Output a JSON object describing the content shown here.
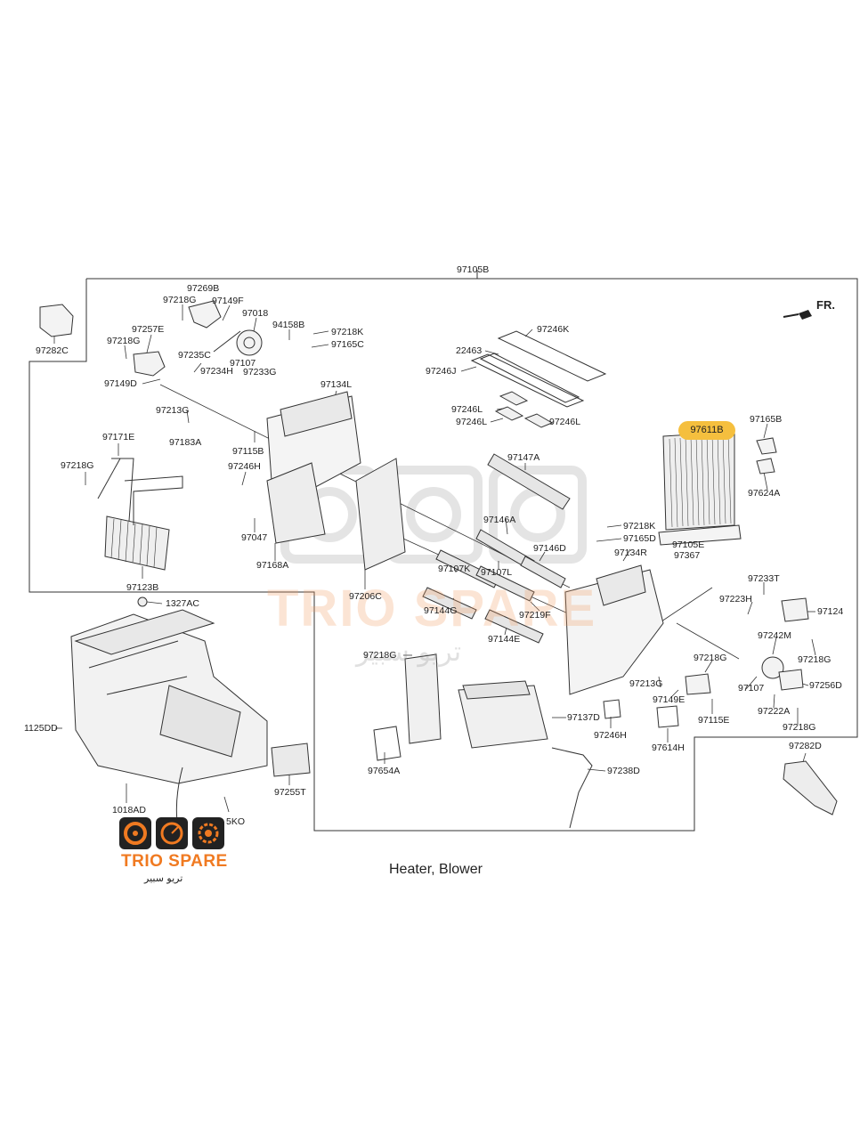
{
  "caption": "Heater, Blower",
  "direction_label": "FR.",
  "highlighted_part": "97611B",
  "brand": {
    "name": "TRIO SPARE",
    "name_arabic": "تريو سبير",
    "watermark": "TRIO SPARE",
    "watermark_arabic": "تريو سبير"
  },
  "colors": {
    "highlight": "#f5bf3e",
    "brand_orange": "#f07a21",
    "line": "#333333"
  },
  "labels": {
    "l1": "97105B",
    "l2": "97282C",
    "l3": "97269B",
    "l4": "97218G",
    "l5": "97149F",
    "l6": "97018",
    "l7": "97257E",
    "l8": "94158B",
    "l9": "97218K",
    "l10": "97165C",
    "l11": "97218G",
    "l12": "97107",
    "l13": "97235C",
    "l14": "97234H",
    "l15": "97233G",
    "l16": "97149D",
    "l17": "97134L",
    "l18": "97213G",
    "l19": "97183A",
    "l20": "97171E",
    "l21": "97115B",
    "l22": "97218G",
    "l23": "97246H",
    "l24": "97047",
    "l25": "97168A",
    "l26": "97123B",
    "l27": "97246K",
    "l28": "22463",
    "l29": "97246J",
    "l30": "97246L",
    "l31": "97246L",
    "l32": "97246L",
    "l33": "97147A",
    "l34": "97146A",
    "l35": "97146D",
    "l36": "97107K",
    "l37": "97107L",
    "l38": "97144G",
    "l39": "97219F",
    "l40": "97144E",
    "l41": "97206C",
    "l42": "97165B",
    "l43": "97624A",
    "l44": "97218K",
    "l45": "97165D",
    "l46": "97134R",
    "l47": "97105E",
    "l48": "97367",
    "l49": "97233T",
    "l50": "97223H",
    "l51": "97124",
    "l52": "97242M",
    "l53": "97218G",
    "l54": "97218G",
    "l55": "97213G",
    "l56": "97107",
    "l57": "97256D",
    "l58": "97149E",
    "l59": "97115E",
    "l60": "97222A",
    "l61": "97218G",
    "l62": "97614H",
    "l63": "97282D",
    "l64": "1327AC",
    "l65": "1125DD",
    "l66": "97218G",
    "l67": "97137D",
    "l68": "97246H",
    "l69": "97654A",
    "l70": "97238D",
    "l71": "97255T",
    "l72": "1018AD",
    "l73": "5KO"
  }
}
